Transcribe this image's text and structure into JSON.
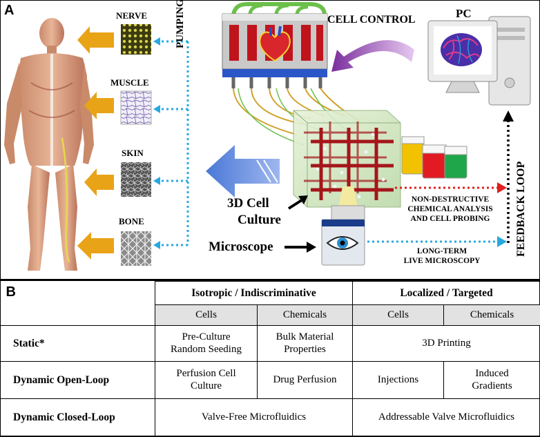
{
  "panel_a": {
    "letter": "A",
    "tissues": [
      "NERVE",
      "MUSCLE",
      "SKIN",
      "BONE"
    ],
    "pumping_label": "PUMPING",
    "cell_control_label": "CELL CONTROL",
    "pc_label": "PC",
    "culture_label_line1": "3D Cell",
    "culture_label_line2": "Culture",
    "microscope_label": "Microscope",
    "chemical_label_line1": "NON-DESTRUCTIVE",
    "chemical_label_line2": "CHEMICAL ANALYSIS",
    "chemical_label_line3": "AND CELL PROBING",
    "microscopy_label_line1": "LONG-TERM",
    "microscopy_label_line2": "LIVE MICROSCOPY",
    "feedback_label": "FEEDBACK LOOP",
    "colors": {
      "arrow_gold": "#e8a317",
      "arrow_blue": "#4a78d6",
      "dotted_blue": "#29a8e0",
      "dotted_red": "#e0201c",
      "scaffold_red": "#a4161a",
      "beaker_yellow": "#f2c200",
      "beaker_red": "#e21b23",
      "beaker_green": "#1fa64a"
    }
  },
  "panel_b": {
    "letter": "B",
    "group_headers": [
      "Isotropic / Indiscriminative",
      "Localized / Targeted"
    ],
    "sub_headers": [
      "Cells",
      "Chemicals",
      "Cells",
      "Chemicals"
    ],
    "rows": [
      {
        "label": "Static*",
        "cells": [
          "Pre-Culture\nRandom Seeding",
          "Bulk Material\nProperties"
        ],
        "targeted": "3D Printing"
      },
      {
        "label": "Dynamic Open-Loop",
        "cells": [
          "Perfusion Cell\nCulture",
          "Drug Perfusion",
          "Injections",
          "Induced\nGradients"
        ]
      },
      {
        "label": "Dynamic Closed-Loop",
        "isotropic": "Valve-Free Microfluidics",
        "targeted": "Addressable Valve Microfluidics"
      }
    ]
  }
}
